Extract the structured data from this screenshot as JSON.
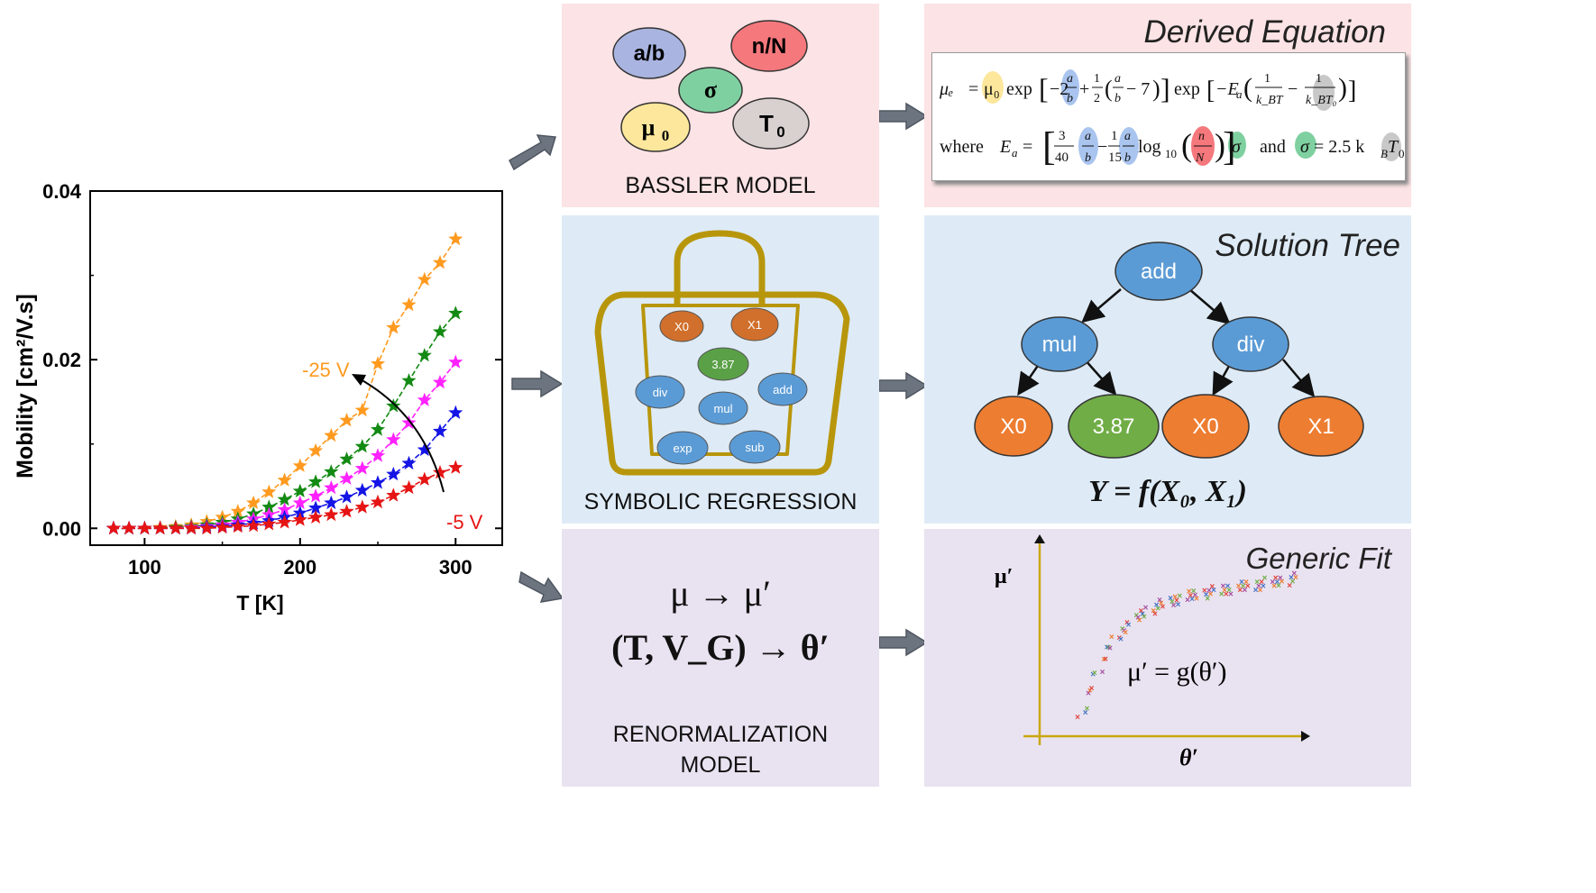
{
  "chart_data": {
    "type": "line",
    "xlabel": "T [K]",
    "ylabel": "Mobility [cm²/V.s]",
    "xlim": [
      65,
      330
    ],
    "ylim": [
      -0.002,
      0.04
    ],
    "xticks": [
      100,
      200,
      300
    ],
    "yticks": [
      "0.00",
      "0.02",
      "0.04"
    ],
    "annotations": [
      "-25 V",
      "-5 V"
    ],
    "x": [
      80,
      90,
      100,
      110,
      120,
      130,
      140,
      150,
      160,
      170,
      180,
      190,
      200,
      210,
      220,
      230,
      240,
      250,
      260,
      270,
      280,
      290,
      300
    ],
    "series": [
      {
        "color": "#ff9a1f",
        "values": [
          0,
          0,
          0,
          0.0001,
          0.0002,
          0.0004,
          0.0008,
          0.0013,
          0.002,
          0.003,
          0.0043,
          0.0057,
          0.0074,
          0.0092,
          0.011,
          0.0128,
          0.014,
          0.0195,
          0.0238,
          0.0265,
          0.0295,
          0.0315,
          0.0343
        ]
      },
      {
        "color": "#138a13",
        "values": [
          0,
          0,
          0,
          0,
          0.0001,
          0.0002,
          0.0004,
          0.0007,
          0.0011,
          0.0017,
          0.0025,
          0.0034,
          0.0044,
          0.0055,
          0.0067,
          0.0082,
          0.0097,
          0.0117,
          0.0145,
          0.0175,
          0.0205,
          0.0233,
          0.0255
        ]
      },
      {
        "color": "#ff22ff",
        "values": [
          0,
          0,
          0,
          0,
          0,
          0.0001,
          0.0002,
          0.0004,
          0.0007,
          0.0011,
          0.0016,
          0.0022,
          0.003,
          0.0038,
          0.0048,
          0.0059,
          0.0071,
          0.0086,
          0.0105,
          0.0125,
          0.0152,
          0.0173,
          0.0197
        ]
      },
      {
        "color": "#1414e6",
        "values": [
          0,
          0,
          0,
          0,
          0,
          0,
          0.0001,
          0.0002,
          0.0004,
          0.0006,
          0.0009,
          0.0013,
          0.0018,
          0.0024,
          0.003,
          0.0037,
          0.0045,
          0.0054,
          0.0064,
          0.0077,
          0.0093,
          0.0115,
          0.0137
        ]
      },
      {
        "color": "#e61414",
        "values": [
          0,
          0,
          0,
          0,
          0,
          0,
          0,
          0.0001,
          0.0002,
          0.0003,
          0.0005,
          0.0007,
          0.001,
          0.0013,
          0.0016,
          0.002,
          0.0025,
          0.0031,
          0.0039,
          0.0048,
          0.0058,
          0.0066,
          0.0072
        ]
      }
    ]
  },
  "bassler": {
    "label": "BASSLER MODEL",
    "bubbles": {
      "ab": "a/b",
      "nN": "n/N",
      "sigma": "σ",
      "mu0": "μ",
      "mu0_sub": "0",
      "T0": "T",
      "T0_sub": "0"
    }
  },
  "derived": {
    "title": "Derived Equation",
    "line1": "μₑ = μ₀ exp[−2 a/b + ½(a/b − 7)] exp[−Eₐ(1/k_BT − 1/k_BT₀)]",
    "line2": "where Eₐ = [3/40 a/b − 1/15 a/b log₁₀(n/N)] σ and σ = 2.5 k_BT₀",
    "tokens": {
      "mu_e": "μₑ",
      "mu0": "μ₀",
      "exp": "exp",
      "where": "where",
      "Ea": "Eₐ",
      "and": "and",
      "sigma": "σ",
      "eq25": "= 2.5 k",
      "log": "log₁₀",
      "kBT": "k_BT",
      "kBT0": "k_BT₀"
    }
  },
  "symbolic": {
    "label": "SYMBOLIC REGRESSION",
    "items": {
      "x0": "X0",
      "x1": "X1",
      "c": "3.87",
      "div": "div",
      "add": "add",
      "mul": "mul",
      "exp": "exp",
      "sub": "sub"
    }
  },
  "tree": {
    "title": "Solution Tree",
    "root": "add",
    "mul": "mul",
    "div": "div",
    "leaf1": "X0",
    "leaf2": "3.87",
    "leaf3": "X0",
    "leaf4": "X1",
    "formula": "Y = f(X₀, X₁)"
  },
  "renorm": {
    "label_line1": "RENORMALIZATION",
    "label_line2": "MODEL",
    "eq1": "μ → μ′",
    "eq2": "(T, V_G) → θ′"
  },
  "generic": {
    "title": "Generic Fit",
    "ylabel": "μ′",
    "xlabel": "θ′",
    "eq": "μ′ = g(θ′)"
  },
  "colors": {
    "pink": "#fce3e5",
    "blue": "#deebf6",
    "purple": "#e9e3f1",
    "node": "#5b9bd5",
    "orange": "#ed7d31",
    "green": "#70ad47",
    "bag": "#b8960c",
    "arrow": "#6c7480"
  }
}
